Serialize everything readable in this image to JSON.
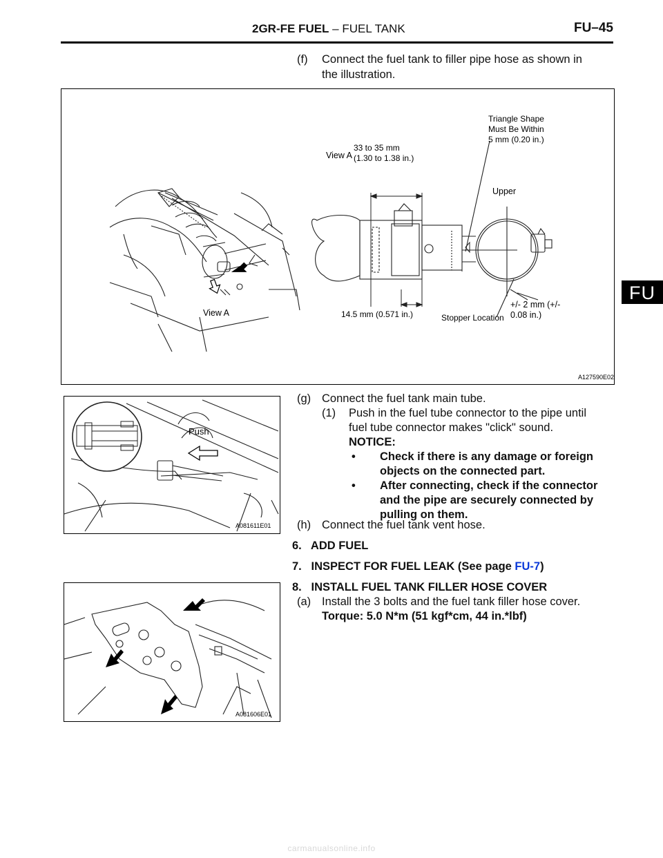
{
  "header": {
    "engine": "2GR-FE FUEL",
    "section_sep": " – ",
    "section": "FUEL TANK",
    "page": "FU–45",
    "side_tab": "FU"
  },
  "steps": {
    "f": {
      "label": "(f)",
      "text": "Connect the fuel tank to filler pipe hose as shown in",
      "text2": "the illustration."
    },
    "g": {
      "label": "(g)",
      "text": "Connect the fuel tank main tube."
    },
    "g1": {
      "label": "(1)",
      "text": "Push in the fuel tube connector to the pipe until",
      "text2": "fuel tube connector makes \"click\" sound."
    },
    "notice": "NOTICE:",
    "bullets": [
      {
        "l1": "Check if there is any damage or foreign",
        "l2": "objects on the connected part."
      },
      {
        "l1": "After connecting, check if the connector",
        "l2": "and the pipe are securely connected by",
        "l3": "pulling on them."
      }
    ],
    "h": {
      "label": "(h)",
      "text": "Connect the fuel tank vent hose."
    },
    "s6": "6.   ADD FUEL",
    "s7_pre": "7.   INSPECT FOR FUEL LEAK (See page ",
    "s7_link": "FU-7",
    "s7_post": ")",
    "s8": "8.   INSTALL FUEL TANK FILLER HOSE COVER",
    "s8a": {
      "label": "(a)",
      "text": "Install the 3 bolts and the fuel tank filler hose cover."
    },
    "torque": "Torque: 5.0 N*m (51 kgf*cm, 44 in.*lbf)"
  },
  "figure1": {
    "code": "A127590E02",
    "view_a_top": "View A",
    "dim1_l1": "33 to 35 mm",
    "dim1_l2": "(1.30 to 1.38 in.)",
    "tri_l1": "Triangle Shape",
    "tri_l2": "Must Be Within",
    "tri_l3": "5 mm (0.20 in.)",
    "upper": "Upper",
    "view_a_bottom": "View A",
    "dim2": "14.5 mm (0.571 in.)",
    "stopper": "Stopper Location",
    "tol_l1": "+/- 2 mm (+/-",
    "tol_l2": "0.08 in.)"
  },
  "figure2": {
    "code": "A081611E01",
    "push": "Push"
  },
  "figure3": {
    "code": "A081606E01"
  },
  "footer": "carmanualsonline.info"
}
